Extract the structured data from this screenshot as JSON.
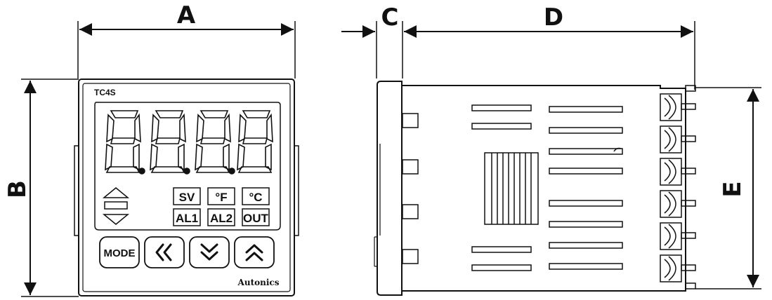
{
  "dimensions": {
    "a": "A",
    "b": "B",
    "c": "C",
    "d": "D",
    "e": "E"
  },
  "front_panel": {
    "model": "TC4S",
    "brand": "Autonics",
    "indicators": [
      "SV",
      "°F",
      "°C",
      "AL1",
      "AL2",
      "OUT"
    ],
    "buttons": {
      "mode": "MODE",
      "shift_icon": "double-chevron-left-icon",
      "down_icon": "double-chevron-down-icon",
      "up_icon": "double-chevron-up-icon"
    },
    "display_icon": "seven-segment-digit-icon",
    "updown_icon": "up-down-triangle-icon"
  },
  "colors": {
    "line": "#111111",
    "background": "#ffffff"
  }
}
